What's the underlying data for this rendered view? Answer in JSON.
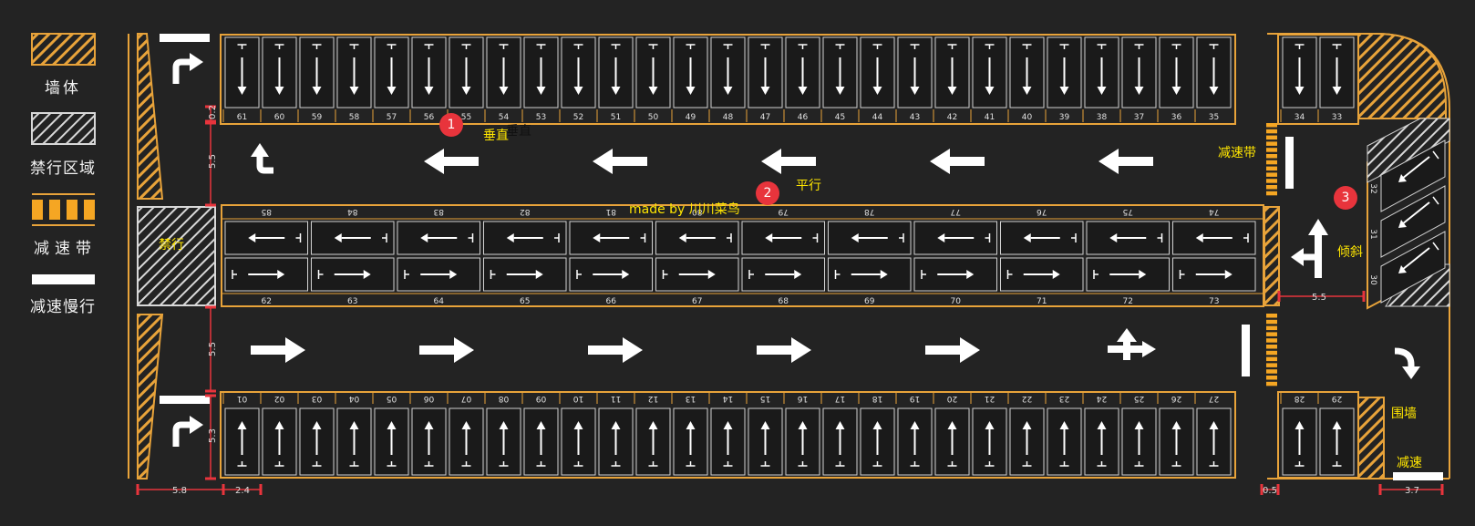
{
  "legend": {
    "wall": "墙体",
    "forbidden": "禁行区域",
    "speed_bump": "减速带",
    "slow": "减速慢行"
  },
  "annotations": {
    "forbidden_zone": "禁行",
    "vertical": "垂直",
    "vertical_shadow": "垂直",
    "parallel": "平行",
    "speed_bump": "减速带",
    "angled": "倾斜",
    "fence": "围墙",
    "slow": "减速",
    "credit": "made by 川川菜鸟"
  },
  "badges": [
    "1",
    "2",
    "3"
  ],
  "dimensions": {
    "top_gap": "0.2",
    "upper_lane": "5.5",
    "lower_lane": "5.5",
    "bottom_row": "5.3",
    "left_width": "5.8",
    "stall_width": "2.4",
    "bump_width": "0.5",
    "right_width": "3.7",
    "side_lane": "5.5"
  },
  "stalls": {
    "top": [
      "61",
      "60",
      "59",
      "58",
      "57",
      "56",
      "55",
      "54",
      "53",
      "52",
      "51",
      "50",
      "49",
      "48",
      "47",
      "46",
      "45",
      "44",
      "43",
      "42",
      "41",
      "40",
      "39",
      "38",
      "37",
      "36",
      "35"
    ],
    "top_right": [
      "34",
      "33"
    ],
    "middle_upper": [
      "85",
      "84",
      "83",
      "82",
      "81",
      "80",
      "79",
      "78",
      "77",
      "76",
      "75",
      "74"
    ],
    "middle_lower": [
      "62",
      "63",
      "64",
      "65",
      "66",
      "67",
      "68",
      "69",
      "70",
      "71",
      "72",
      "73"
    ],
    "bottom": [
      "01",
      "02",
      "03",
      "04",
      "05",
      "06",
      "07",
      "08",
      "09",
      "10",
      "11",
      "12",
      "13",
      "14",
      "15",
      "16",
      "17",
      "18",
      "19",
      "20",
      "21",
      "22",
      "23",
      "24",
      "25",
      "26",
      "27"
    ],
    "bottom_right": [
      "28",
      "29"
    ],
    "angled": [
      "32",
      "31",
      "30"
    ]
  },
  "colors": {
    "background": "#232323",
    "lot_line": "#e8a33a",
    "stall_fill": "#1a1a1a",
    "marking": "#ffffff",
    "annotation": "#ffe600",
    "badge": "#e8343c"
  }
}
